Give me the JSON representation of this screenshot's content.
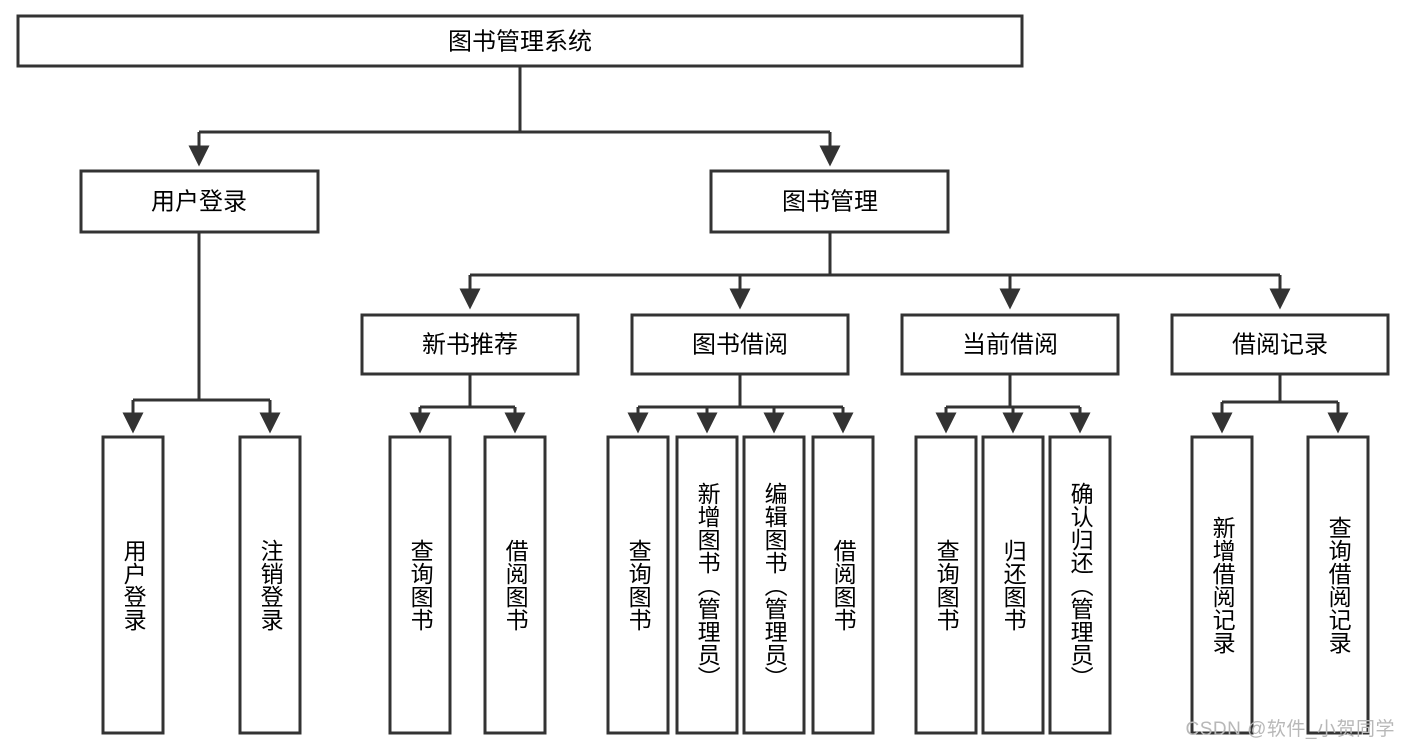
{
  "diagram": {
    "title": "图书管理系统",
    "type": "tree-hierarchy-chart",
    "colors": {
      "box_stroke": "#333333",
      "box_fill": "#ffffff",
      "text": "#000000",
      "background": "#ffffff",
      "watermark": "#b8b8b8"
    },
    "root": {
      "label": "图书管理系统"
    },
    "level2": [
      {
        "label": "用户登录"
      },
      {
        "label": "图书管理"
      }
    ],
    "level3": [
      {
        "label": "新书推荐"
      },
      {
        "label": "图书借阅"
      },
      {
        "label": "当前借阅"
      },
      {
        "label": "借阅记录"
      }
    ],
    "leaves": {
      "user_login": [
        {
          "label": "用户登录"
        },
        {
          "label": "注销登录"
        }
      ],
      "new_book_recommend": [
        {
          "label": "查询图书"
        },
        {
          "label": "借阅图书"
        }
      ],
      "book_borrow": [
        {
          "label": "查询图书"
        },
        {
          "label": "新增图书（管理员）"
        },
        {
          "label": "编辑图书（管理员）"
        },
        {
          "label": "借阅图书"
        }
      ],
      "current_borrow": [
        {
          "label": "查询图书"
        },
        {
          "label": "归还图书"
        },
        {
          "label": "确认归还（管理员）"
        }
      ],
      "borrow_record": [
        {
          "label": "新增借阅记录"
        },
        {
          "label": "查询借阅记录"
        }
      ]
    }
  },
  "watermark": {
    "text": "CSDN @软件_小贺同学"
  }
}
